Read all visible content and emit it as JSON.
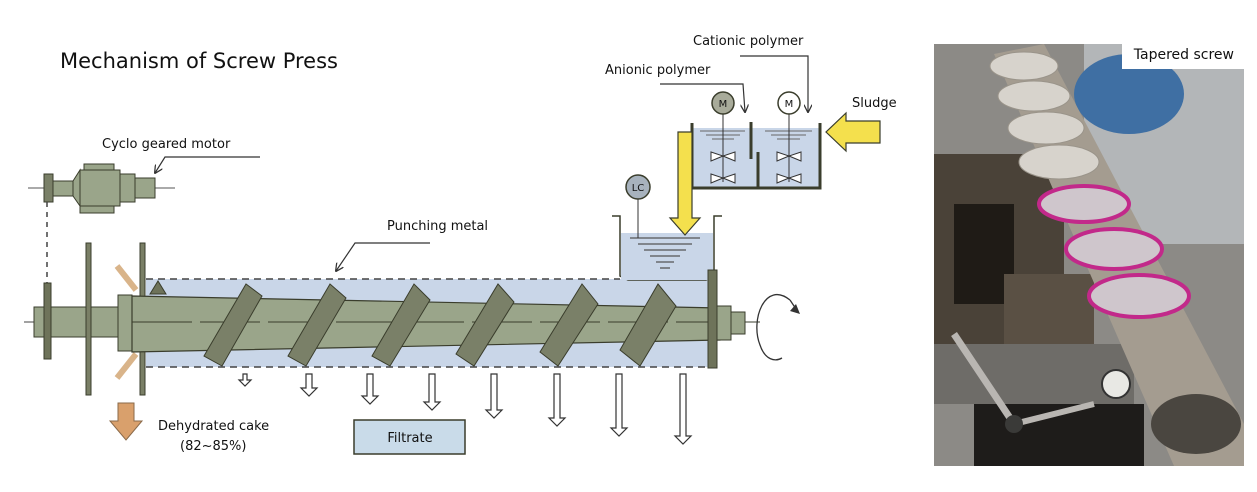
{
  "diagram": {
    "title": "Mechanism of Screw Press",
    "labels": {
      "motor": "Cyclo geared motor",
      "punching_metal": "Punching metal",
      "anionic": "Anionic polymer",
      "cationic": "Cationic polymer",
      "sludge": "Sludge",
      "level_controller": "LC",
      "mixer_motor_1": "M",
      "mixer_motor_2": "M",
      "cake": "Dehydrated cake",
      "cake_pct": "(82~85%)",
      "filtrate": "Filtrate"
    },
    "colors": {
      "metal": "#9aa58a",
      "metal_dark": "#4a4d38",
      "liquid": "#c9d6e8",
      "sludge_arrow": "#f4e04d",
      "cake_arrow": "#d9a06c",
      "filtrate_box": "#c9dbe9"
    }
  },
  "photo": {
    "caption": "Tapered screw"
  }
}
